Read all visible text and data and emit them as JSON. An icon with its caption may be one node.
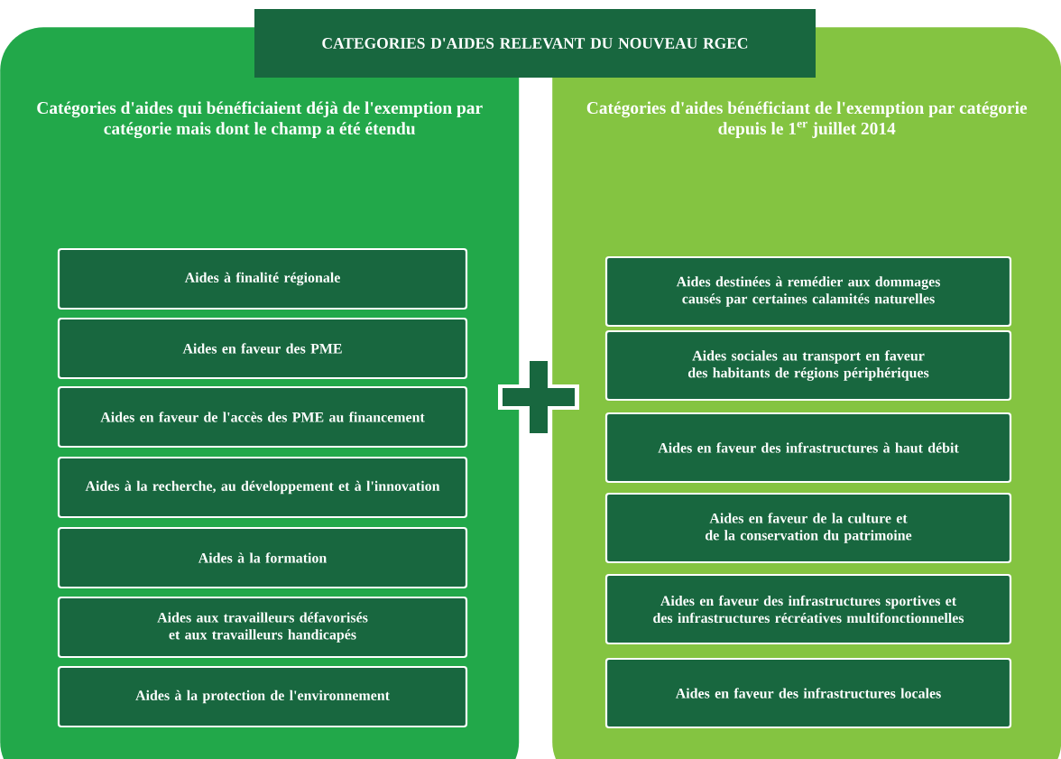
{
  "diagram": {
    "title": "CATEGORIES D'AIDES RELEVANT DU NOUVEAU RGEC",
    "nodes": [
      {
        "text": [
          "Catégories d'aides qui bénéficiaient déjà de l'exemption par catégorie mais dont le champ a été étendu"
        ]
      },
      {
        "text": [
          "Aides à finalité régionale"
        ],
        "in": 0
      },
      {
        "text": [
          "Aides en faveur des PME"
        ],
        "in": 0
      },
      {
        "text": [
          "Aides en faveur de l'accès des PME au financement"
        ],
        "in": 0
      },
      {
        "text": [
          "Aides à la recherche, au développement et à l'innovation"
        ],
        "in": 0
      },
      {
        "text": [
          "Aides à la formation"
        ],
        "in": 0
      },
      {
        "text": [
          "Aides aux travailleurs défavorisés et aux travailleurs handicapés"
        ],
        "in": 0
      },
      {
        "text": [
          "Aides à la protection de l'environnement"
        ],
        "in": 0
      },
      {
        "text": [
          "Catégories d'aides bénéficiant de l'exemption par catégorie depuis le 1$^{er}$ juillet 2014"
        ]
      },
      {
        "text": [
          "Aides destinées à remédier aux dommages causés par certaines calamités naturelles"
        ],
        "in": 8
      },
      {
        "text": [
          "Aides sociales au transport en faveur des habitants de régions périphériques"
        ],
        "in": 8
      },
      {
        "text": [
          "Aides en faveur des infrastructures à haut débit"
        ],
        "in": 8
      },
      {
        "text": [
          "Aides en faveur de la culture et de la conservation du patrimoine"
        ],
        "in": 8
      },
      {
        "text": [
          "Aides en faveur des infrastructures sportives et des infrastructures récréatives multifonctionnelles"
        ],
        "in": 8
      },
      {
        "text": [
          "Aides en faveur des infrastructures locales"
        ],
        "in": 8
      }
    ]
  }
}
